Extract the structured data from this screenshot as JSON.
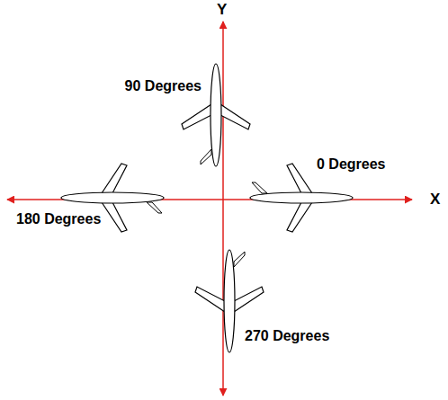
{
  "diagram": {
    "labels": [
      "Y",
      "X",
      "90 Degrees",
      "0 Degrees",
      "180 Degrees",
      "270 Degrees"
    ]
  }
}
